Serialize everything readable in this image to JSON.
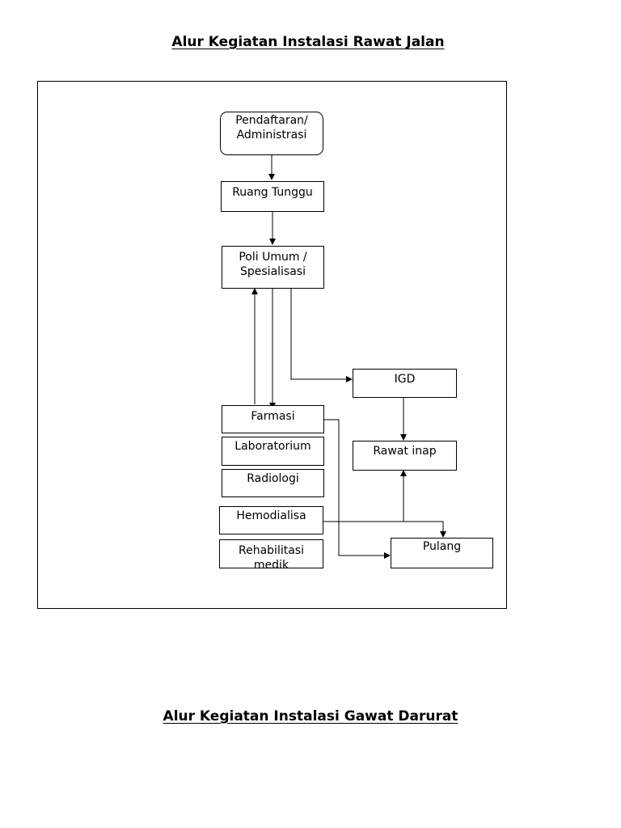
{
  "headings": {
    "rawat_jalan": "Alur Kegiatan Instalasi Rawat Jalan",
    "gawat_darurat": "Alur Kegiatan Instalasi Gawat Darurat"
  },
  "diagram": {
    "nodes": {
      "pendaftaran": "Pendaftaran/\nAdministrasi",
      "ruang_tunggu": "Ruang Tunggu",
      "poli": "Poli Umum /\nSpesialisasi",
      "igd": "IGD",
      "farmasi": "Farmasi",
      "laboratorium": "Laboratorium",
      "radiologi": "Radiologi",
      "rawat_inap": "Rawat inap",
      "hemodialisa": "Hemodialisa",
      "pulang": "Pulang",
      "rehabilitasi": "Rehabilitasi\nmedik"
    },
    "edges": [
      {
        "from": "pendaftaran",
        "to": "ruang_tunggu"
      },
      {
        "from": "ruang_tunggu",
        "to": "poli"
      },
      {
        "from": "poli",
        "to": "farmasi"
      },
      {
        "from": "farmasi",
        "to": "poli"
      },
      {
        "from": "poli",
        "to": "igd"
      },
      {
        "from": "igd",
        "to": "rawat_inap"
      },
      {
        "from": "hemodialisa",
        "to": "rawat_inap"
      },
      {
        "from": "hemodialisa",
        "to": "pulang"
      },
      {
        "from": "farmasi",
        "to": "pulang"
      }
    ]
  }
}
